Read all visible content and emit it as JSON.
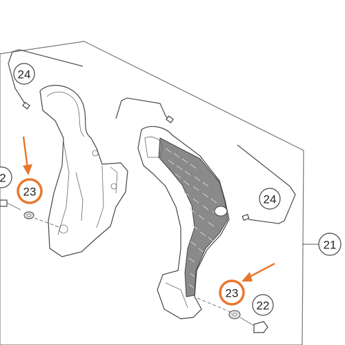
{
  "diagram": {
    "assembly_label": "21",
    "callouts": [
      {
        "id": "c24a",
        "label": "24",
        "highlight": false
      },
      {
        "id": "c24b",
        "label": "24",
        "highlight": false
      },
      {
        "id": "c23a",
        "label": "23",
        "highlight": true
      },
      {
        "id": "c23b",
        "label": "23",
        "highlight": true
      },
      {
        "id": "c22a",
        "label": "2",
        "highlight": false
      },
      {
        "id": "c22b",
        "label": "22",
        "highlight": false
      }
    ],
    "colors": {
      "highlight": "#E8772E",
      "line": "#555555",
      "text": "#222222"
    }
  }
}
